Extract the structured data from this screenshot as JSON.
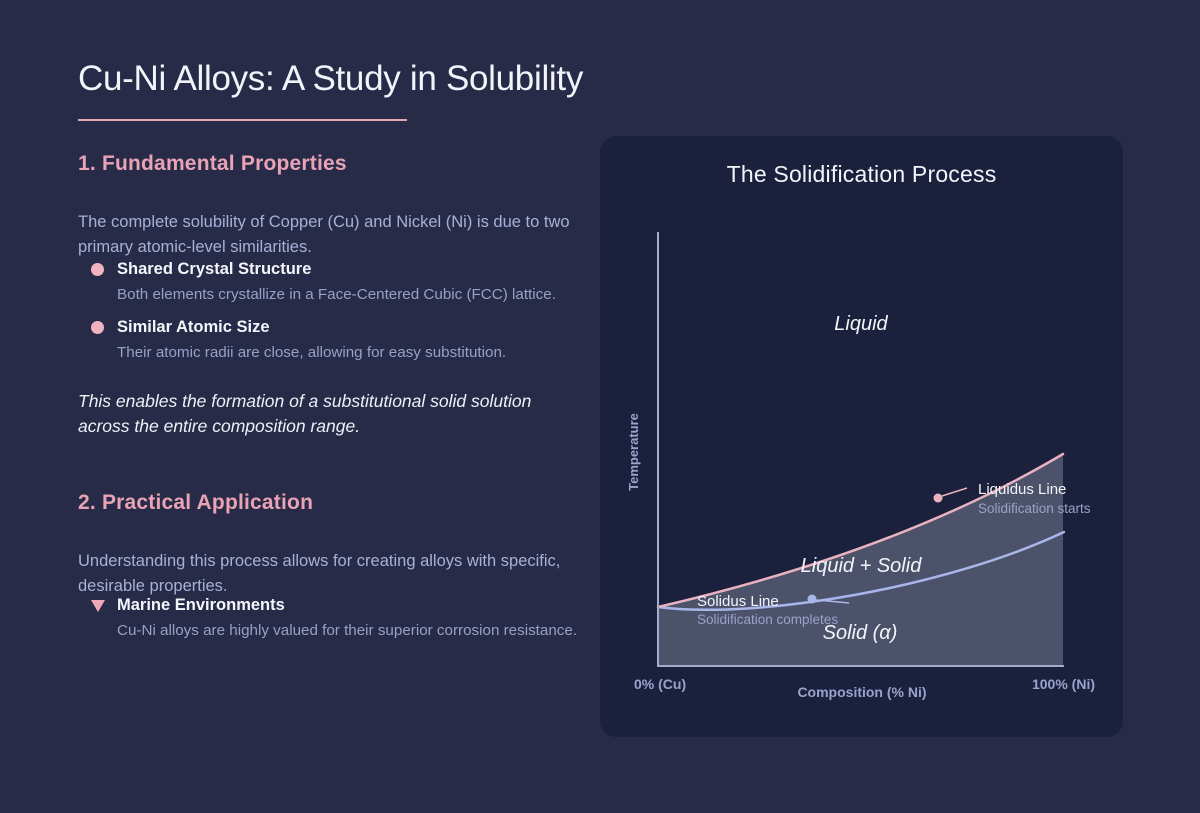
{
  "page": {
    "title": "Cu-Ni Alloys: A Study in Solubility"
  },
  "sections": [
    {
      "heading": "1. Fundamental Properties",
      "intro": "The complete solubility of Copper (Cu) and Nickel (Ni) is due to two primary atomic-level similarities.",
      "items": [
        {
          "title": "Shared Crystal Structure",
          "desc": "Both elements crystallize in a Face-Centered Cubic (FCC) lattice."
        },
        {
          "title": "Similar Atomic Size",
          "desc": "Their atomic radii are close, allowing for easy substitution."
        }
      ],
      "note": "This enables the formation of a substitutional solid solution across the entire composition range."
    },
    {
      "heading": "2. Practical Application",
      "intro": "Understanding this process allows for creating alloys with specific, desirable properties.",
      "items": [
        {
          "title": "Marine Environments",
          "desc": "Cu-Ni alloys are highly valued for their superior corrosion resistance."
        }
      ]
    }
  ],
  "chart": {
    "title": "The Solidification Process",
    "ylabel": "Temperature",
    "xlabel": "Composition (% Ni)",
    "x_min_label": "0% (Cu)",
    "x_max_label": "100% (Ni)",
    "region_liquid": "Liquid",
    "region_two_phase": "Liquid + Solid",
    "region_solid": "Solid (α)",
    "liquidus_label": "Liquidus Line",
    "liquidus_sublabel": "Solidification starts",
    "solidus_label": "Solidus Line",
    "solidus_sublabel": "Solidification completes"
  },
  "chart_data": {
    "type": "line",
    "title": "The Solidification Process",
    "xlabel": "Composition (% Ni)",
    "ylabel": "Temperature",
    "x_tick_labels": [
      "0% (Cu)",
      "100% (Ni)"
    ],
    "x_range_pct": [
      0,
      100
    ],
    "grid": false,
    "legend": "inline-callouts",
    "regions": [
      "Liquid",
      "Liquid + Solid",
      "Solid (α)"
    ],
    "series": [
      {
        "name": "Liquidus Line",
        "annotation": "Solidification starts",
        "color": "#e8b3bf",
        "x_pct": [
          0,
          25,
          50,
          75,
          100
        ],
        "temp_rel": [
          0.14,
          0.2,
          0.27,
          0.37,
          0.49
        ]
      },
      {
        "name": "Solidus Line",
        "annotation": "Solidification completes",
        "color": "#a9b6ea",
        "x_pct": [
          0,
          25,
          50,
          75,
          100
        ],
        "temp_rel": [
          0.14,
          0.12,
          0.15,
          0.22,
          0.31
        ]
      }
    ]
  },
  "colors": {
    "background": "#272b48",
    "card": "#1b203c",
    "accent_pink": "#e9a3b5",
    "bullet_pink": "#f2b3c1",
    "liquidus_line": "#e8b3bf",
    "solidus_line": "#a9b6ea",
    "axis": "#a3adcf",
    "body_text": "#a7b1d6",
    "bright_text": "#f2f4fa",
    "phase_fill": "rgba(222,228,245,0.26)"
  }
}
